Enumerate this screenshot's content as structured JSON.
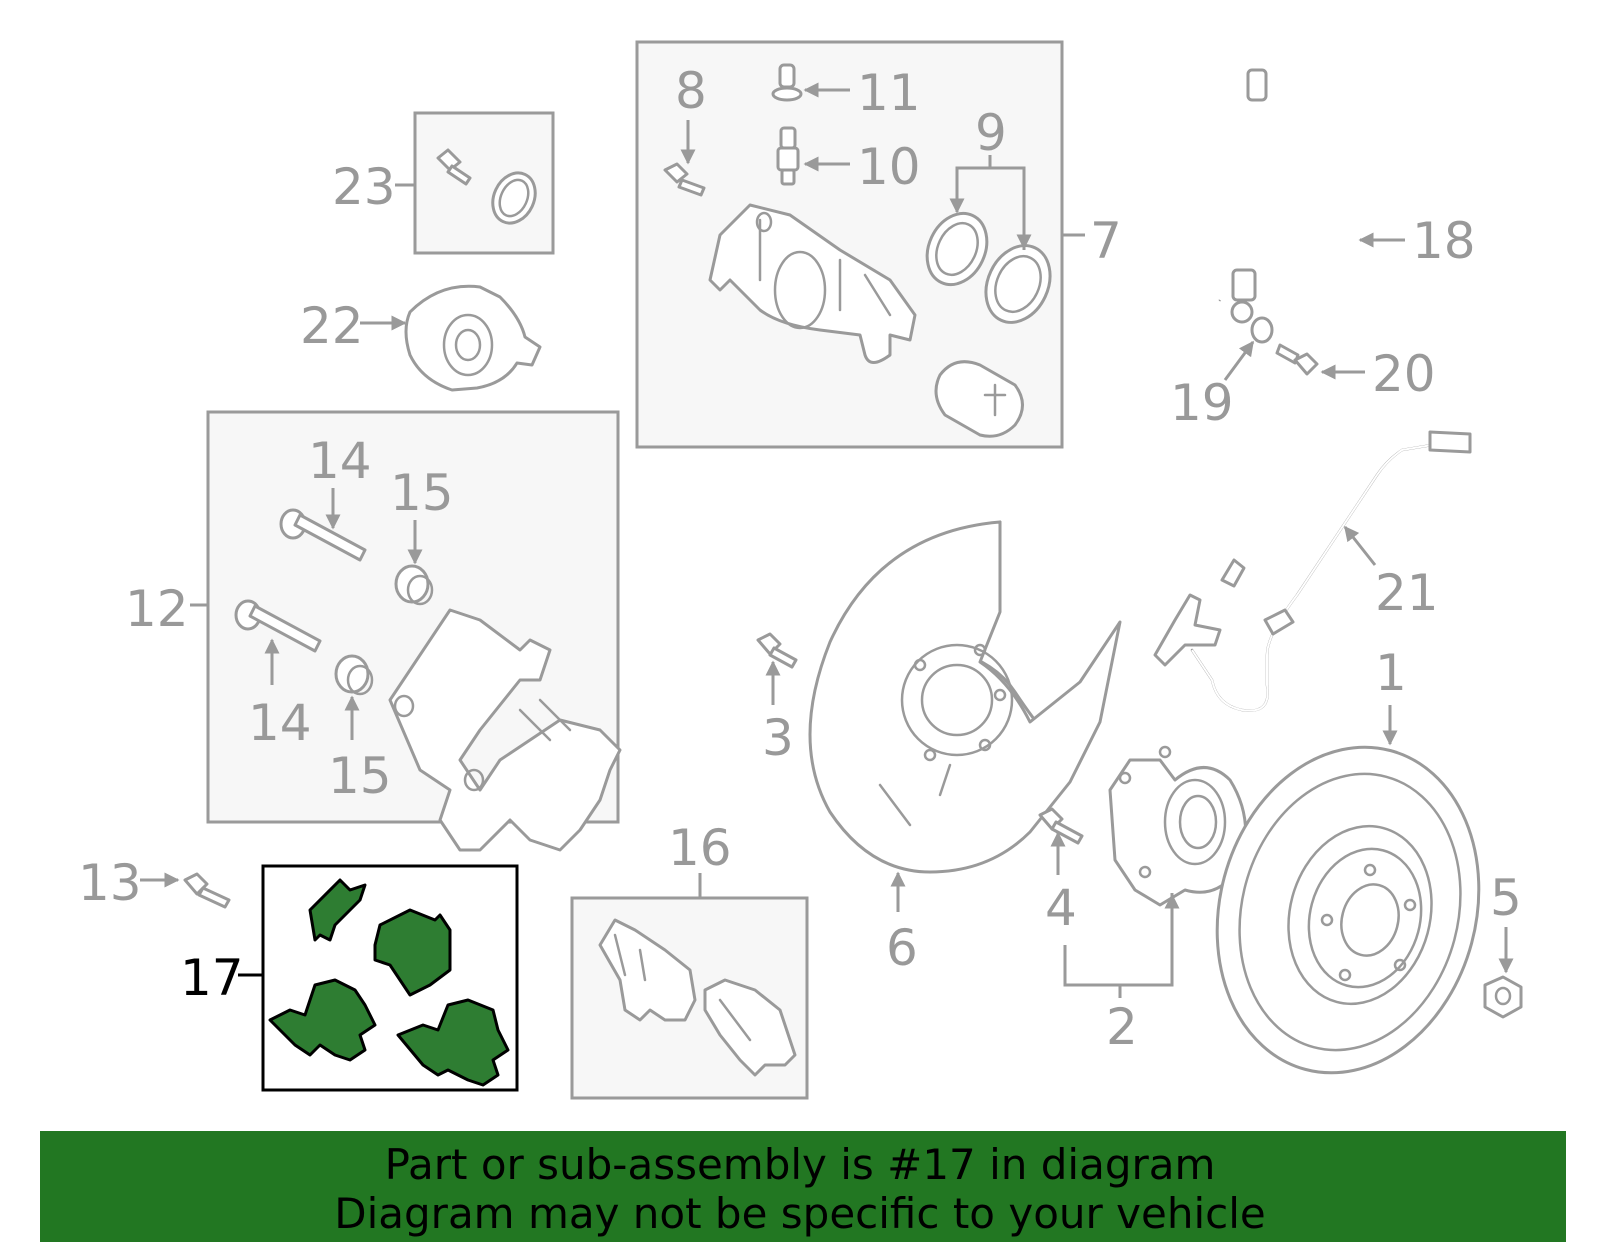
{
  "callouts": {
    "c1": "1",
    "c2": "2",
    "c3": "3",
    "c4": "4",
    "c5": "5",
    "c6": "6",
    "c7": "7",
    "c8": "8",
    "c9": "9",
    "c10": "10",
    "c11": "11",
    "c12": "12",
    "c13": "13",
    "c14a": "14",
    "c14b": "14",
    "c15a": "15",
    "c15b": "15",
    "c16": "16",
    "c17": "17",
    "c18": "18",
    "c19": "19",
    "c20": "20",
    "c21": "21",
    "c22": "22",
    "c23": "23"
  },
  "highlighted_part": "17",
  "banner": {
    "line1": "Part or sub-assembly is #17 in diagram",
    "line2": "Diagram may not be specific to your vehicle"
  },
  "colors": {
    "highlight": "#2e7d32",
    "banner": "#227722",
    "parts_outline": "#9a9a9a"
  }
}
